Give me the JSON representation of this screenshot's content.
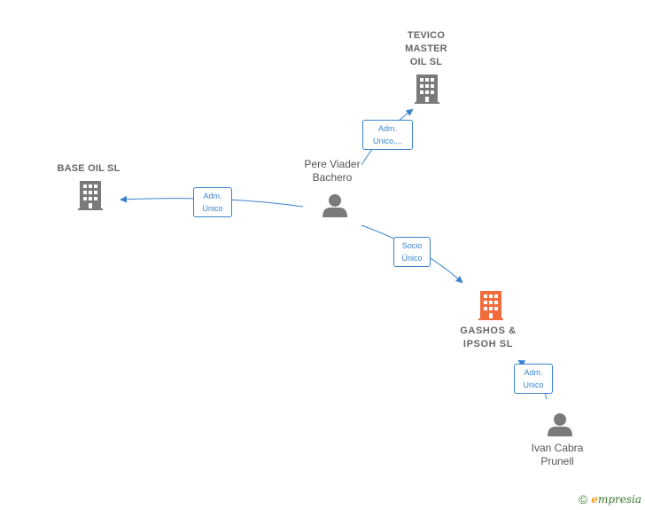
{
  "nodes": {
    "tevico": {
      "label": "TEVICO\nMASTER\nOIL SL"
    },
    "base_oil": {
      "label": "BASE OIL  SL"
    },
    "pere": {
      "label": "Pere Viader\nBachero"
    },
    "gashos": {
      "label": "GASHOS &\nIPSOH  SL"
    },
    "ivan": {
      "label": "Ivan Cabra\nPrunell"
    }
  },
  "edges": {
    "pere_tevico": {
      "label": "Adm.\nUnico,..."
    },
    "pere_base": {
      "label": "Adm.\nUnico"
    },
    "pere_gashos": {
      "label": "Socio\nÚnico"
    },
    "ivan_gashos": {
      "label": "Adm.\nUnico"
    }
  },
  "brand": {
    "copyright": "©",
    "name_first": "e",
    "name_rest": "mpresia"
  },
  "colors": {
    "edge": "#3a83cf",
    "company_icon": "#7a7a7a",
    "main_company_icon": "#f26b3a",
    "person_icon": "#7a7a7a"
  }
}
